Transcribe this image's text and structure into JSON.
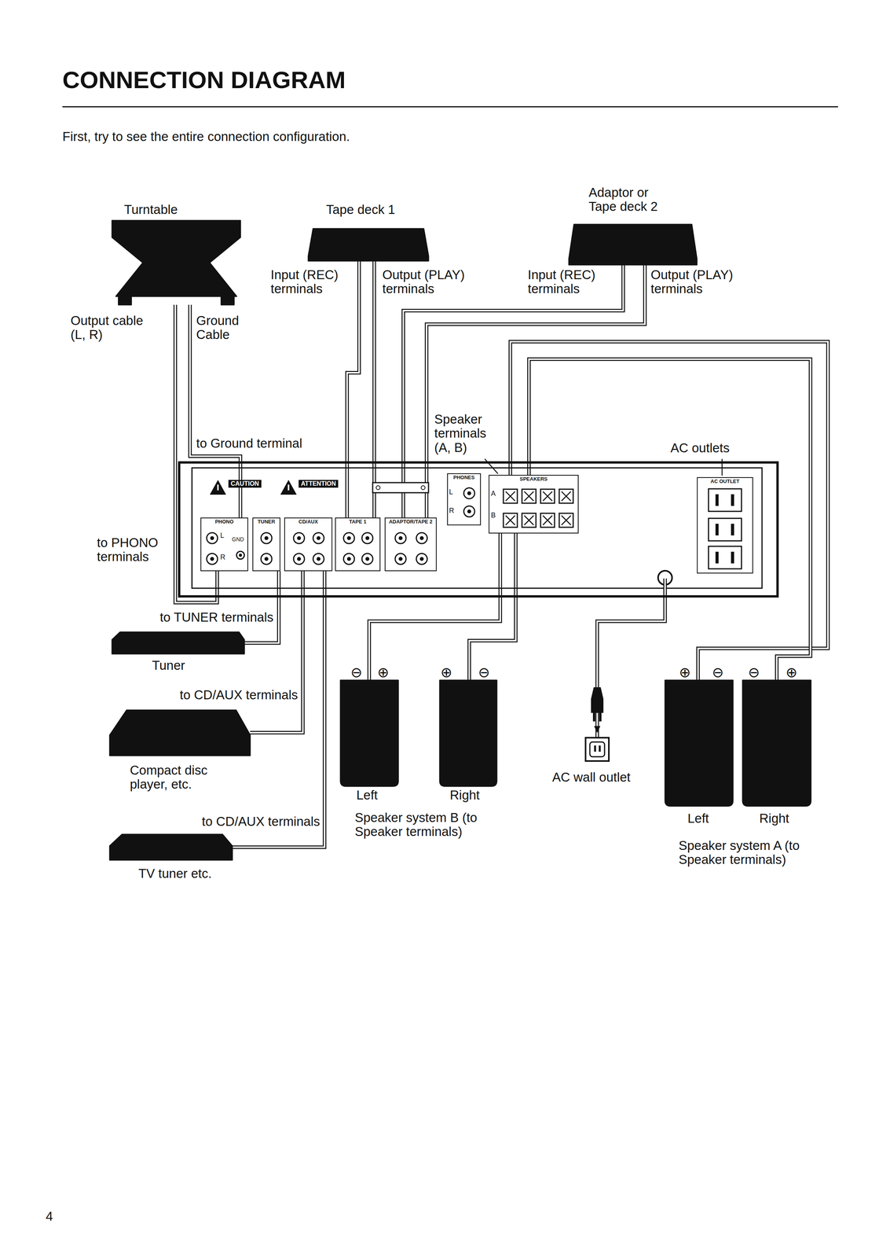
{
  "diagram": {
    "title": "CONNECTION DIAGRAM",
    "nodes": [
      {
        "text": [
          "Turntable"
        ]
      },
      {
        "text": [
          "Tape deck 1"
        ]
      },
      {
        "text": [
          "Adaptor or Tape deck 2"
        ]
      },
      {
        "text": [
          "CAUTION",
          "ATTENTION"
        ]
      },
      {
        "text": [
          "PHONO"
        ],
        "in": 3
      },
      {
        "text": [
          "TUNER"
        ],
        "in": 3
      },
      {
        "text": [
          "CD/AUX"
        ],
        "in": 3
      },
      {
        "text": [
          "TAPE 1"
        ],
        "in": 3
      },
      {
        "text": [
          "ADAPTOR/TAPE 2"
        ],
        "in": 3
      },
      {
        "text": [
          "PHONES"
        ],
        "in": 3
      },
      {
        "text": [
          "SPEAKERS"
        ],
        "in": 3
      },
      {
        "text": [
          "AC OUTLET"
        ],
        "in": 3
      },
      {
        "text": [
          "Tuner"
        ]
      },
      {
        "text": [
          "Compact disc player, etc."
        ]
      },
      {
        "text": [
          "TV tuner etc."
        ]
      },
      {
        "text": [
          "Left"
        ]
      },
      {
        "text": [
          "Right"
        ]
      },
      {
        "text": [
          "AC wall outlet"
        ]
      },
      {
        "text": [
          "Left"
        ]
      },
      {
        "text": [
          "Right"
        ]
      }
    ],
    "edges": [
      {
        "from": 0,
        "to": 4,
        "arrow": "none"
      },
      {
        "from": 0,
        "to": 4,
        "arrow": "none"
      },
      {
        "from": 1,
        "to": 7,
        "arrow": "none"
      },
      {
        "from": 1,
        "to": 7,
        "arrow": "none"
      },
      {
        "from": 2,
        "to": 8,
        "arrow": "none"
      },
      {
        "from": 2,
        "to": 8,
        "arrow": "none"
      },
      {
        "from": 12,
        "to": 5,
        "arrow": "none"
      },
      {
        "from": 13,
        "to": 6,
        "arrow": "none"
      },
      {
        "from": 14,
        "to": 6,
        "arrow": "none"
      },
      {
        "from": 10,
        "to": 15,
        "arrow": "none"
      },
      {
        "from": 10,
        "to": 16,
        "arrow": "none"
      },
      {
        "from": 10,
        "to": 18,
        "arrow": "none"
      },
      {
        "from": 10,
        "to": 19,
        "arrow": "none"
      },
      {
        "from": 3,
        "to": 17,
        "arrow": "none"
      }
    ],
    "labels": [
      "First, try to see the entire connection configuration.",
      "Output cable (L, R)",
      "Ground Cable",
      "Input (REC) terminals",
      "Output (PLAY) terminals",
      "Input (REC) terminals",
      "Output (PLAY) terminals",
      "to Ground terminal",
      "Speaker terminals (A, B)",
      "AC outlets",
      "to PHONO terminals",
      "to TUNER terminals",
      "to CD/AUX terminals",
      "to CD/AUX terminals",
      "Speaker system B (to Speaker terminals)",
      "Speaker system A (to Speaker terminals)",
      "4",
      "⊖",
      "⊕",
      "⊕",
      "⊖",
      "⊕",
      "⊖",
      "⊖",
      "⊕",
      "GND",
      "L",
      "R",
      "L",
      "R",
      "A",
      "B"
    ]
  }
}
